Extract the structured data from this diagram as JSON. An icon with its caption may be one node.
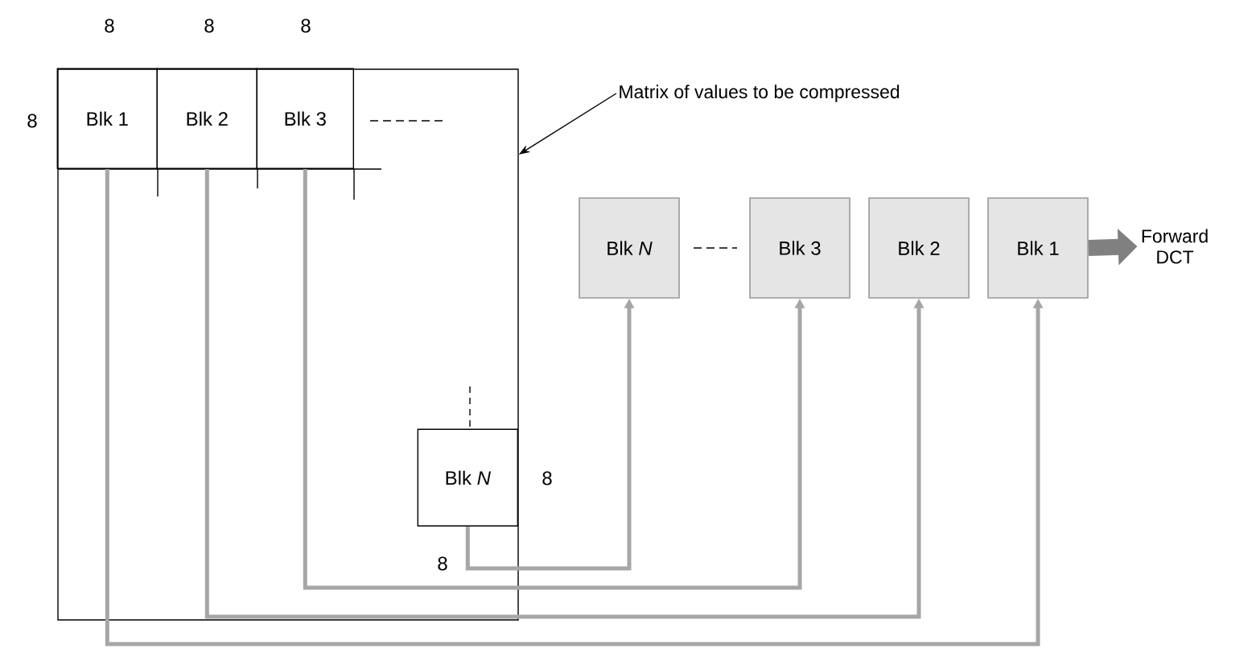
{
  "diagram": {
    "nodes": [
      {
        "text": [],
        "shape": "box"
      },
      {
        "text": [
          "Blk 1"
        ],
        "in": 0
      },
      {
        "text": [
          "Blk 2"
        ],
        "in": 0
      },
      {
        "text": [
          "Blk 3"
        ],
        "in": 0
      },
      {
        "text": [
          "Blk *N*"
        ],
        "in": 0
      },
      {
        "text": [
          "Blk *N*"
        ]
      },
      {
        "text": [
          "Blk 3"
        ]
      },
      {
        "text": [
          "Blk 2"
        ]
      },
      {
        "text": [
          "Blk 1"
        ]
      },
      {
        "text": [
          "Matrix of values to be compressed"
        ]
      },
      {
        "text": [
          "Forward DCT"
        ]
      }
    ],
    "edges": [
      {
        "from": 1,
        "to": 8,
        "arrow": "to"
      },
      {
        "from": 2,
        "to": 7,
        "arrow": "to"
      },
      {
        "from": 3,
        "to": 6,
        "arrow": "to"
      },
      {
        "from": 4,
        "to": 5,
        "arrow": "to"
      },
      {
        "from": 9,
        "to": 0,
        "arrow": "to",
        "color": "#000000"
      },
      {
        "from": 8,
        "to": 10,
        "arrow": "to",
        "style": "thick",
        "color": "#808080"
      }
    ],
    "labels": [
      "8",
      "8",
      "8",
      "8",
      "8",
      "8"
    ]
  }
}
